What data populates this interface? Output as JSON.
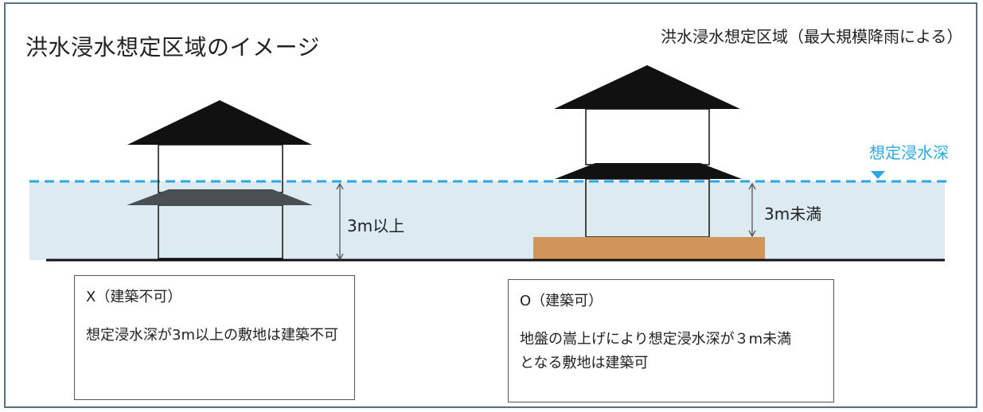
{
  "title": "洪水浸水想定区域のイメージ",
  "subtitle": "洪水浸水想定区域（最大規模降雨による）",
  "depth_label": "想定浸水深",
  "left_scenario": {
    "measure_label": "3m以上",
    "heading": "X（建築不可）",
    "body": "想定浸水深が3m以上の敷地は建築不可"
  },
  "right_scenario": {
    "measure_label": "3m未満",
    "heading": "O（建築可）",
    "body_line1": "地盤の嵩上げにより想定浸水深が３m未満",
    "body_line2": "となる敷地は建築可"
  },
  "colors": {
    "water_fill": "#dcebf1",
    "water_line": "#29a9e1",
    "raised_ground": "#d09559",
    "house_roof": "#111111",
    "submerged_roof": "#4a4f53"
  }
}
